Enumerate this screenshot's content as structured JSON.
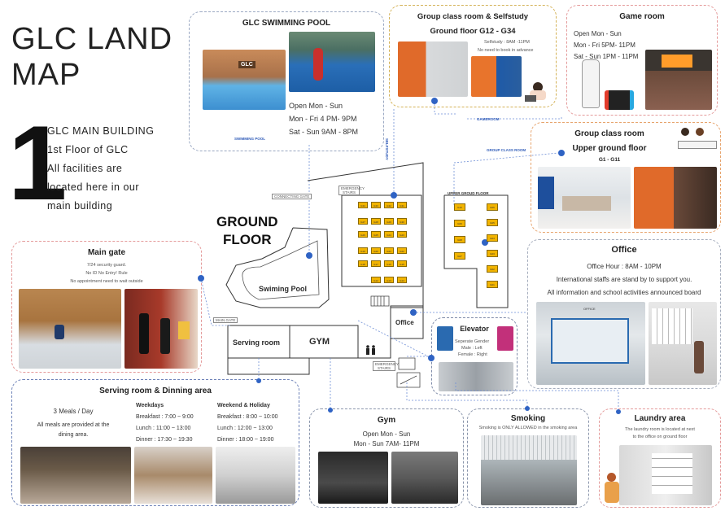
{
  "title": {
    "line1": "GLC LAND",
    "line2": "MAP"
  },
  "intro": {
    "number": "1",
    "lines": [
      "GLC MAIN BUILDING",
      "1st Floor of GLC",
      "All facilities are",
      "located here in our",
      "main building"
    ]
  },
  "floor_title": {
    "line1": "GROUND",
    "line2": "FLOOR"
  },
  "pool": {
    "title": "GLC SWIMMING POOL",
    "hours": [
      "Open Mon - Sun",
      "Mon - Fri  4 PM- 9PM",
      "Sat - Sun 9AM - 8PM"
    ],
    "sign": "GLC"
  },
  "group_class": {
    "title": "Group class room & Selfstudy",
    "subtitle": "Ground floor  G12 - G34",
    "note1": "Selfstudy : 8AM -11PM",
    "note2": "No need to book in advance"
  },
  "game_room": {
    "title": "Game room",
    "hours": [
      "Open Mon - Sun",
      "Mon - Fri  5PM- 11PM",
      "Sat - Sun 1PM - 11PM"
    ]
  },
  "upper_group": {
    "title": "Group class room",
    "subtitle": "Upper ground floor",
    "rooms": "G1 - G11"
  },
  "main_gate": {
    "title": "Main gate",
    "lines": [
      "7/24 security guard.",
      "No ID No Entry! Rule",
      "No appointment  need to wait outside"
    ]
  },
  "office": {
    "title": "Office",
    "hours": "Office Hour : 8AM - 10PM",
    "lines": [
      "International staffs are stand by to support you.",
      "All information and school activities announced board"
    ],
    "sign": "OFFICE"
  },
  "elevator": {
    "title": "Elevator",
    "lines": [
      "Seperate Gender",
      "Male : Left",
      "Female : Right"
    ]
  },
  "serving": {
    "title": "Serving room & Dinning area",
    "left": [
      "3 Meals / Day",
      "All meals are provided at the",
      "dining area."
    ],
    "weekdays": {
      "title": "Weekdays",
      "rows": [
        "Breakfast : 7:00 ~ 9:00",
        "Lunch  : 11:00 ~ 13:00",
        "Dinner  : 17:30 ~ 19:30"
      ]
    },
    "weekend": {
      "title": "Weekend & Holiday",
      "rows": [
        "Breakfast : 8:00 ~ 10:00",
        "Lunch      : 12:00 ~ 13:00",
        "Dinner    : 18:00 ~ 19:00"
      ]
    }
  },
  "gym": {
    "title": "Gym",
    "hours": [
      "Open Mon - Sun",
      "Mon - Sun  7AM- 11PM"
    ]
  },
  "smoking": {
    "title": "Smoking",
    "note": "Smoking is ONLY ALLOWED in the smoking area"
  },
  "laundry": {
    "title": "Laundry area",
    "lines": [
      "The laundry room is located at next",
      "to the office on ground floor"
    ]
  },
  "map": {
    "labels": {
      "swimming_pool": "SWIMMING POOL",
      "self_study": "SELFSTUDY",
      "gameroom": "GAMEROOM",
      "group_class_room": "GROUP CLASS ROOM",
      "connecting_gate": "CONNECTING GATE",
      "emergency_stairs": "EMERGENCY STAIRS",
      "upper_ground": "UPPER GROUD FLOOR",
      "main_gate": "MAIN GATE",
      "emergency_stairs2": "EMERGENCY STAIRS"
    },
    "rooms": {
      "pool": "Swiming Pool",
      "serving": "Serving room",
      "gym": "GYM",
      "office": "Office"
    },
    "ground_rooms": [
      "G34",
      "G33",
      "G32",
      "G31",
      "G27",
      "G28",
      "G29",
      "G30",
      "G26",
      "G25",
      "G24",
      "G23",
      "G19",
      "G20",
      "G21",
      "G22",
      "G18",
      "G17",
      "G16",
      "G15",
      "G12",
      "G13",
      "G14"
    ],
    "upper_rooms_left": [
      "G10",
      "G09",
      "G08",
      "G07"
    ],
    "upper_rooms_right": [
      "G06",
      "G05",
      "G04",
      "G03",
      "G02",
      "G01"
    ]
  }
}
